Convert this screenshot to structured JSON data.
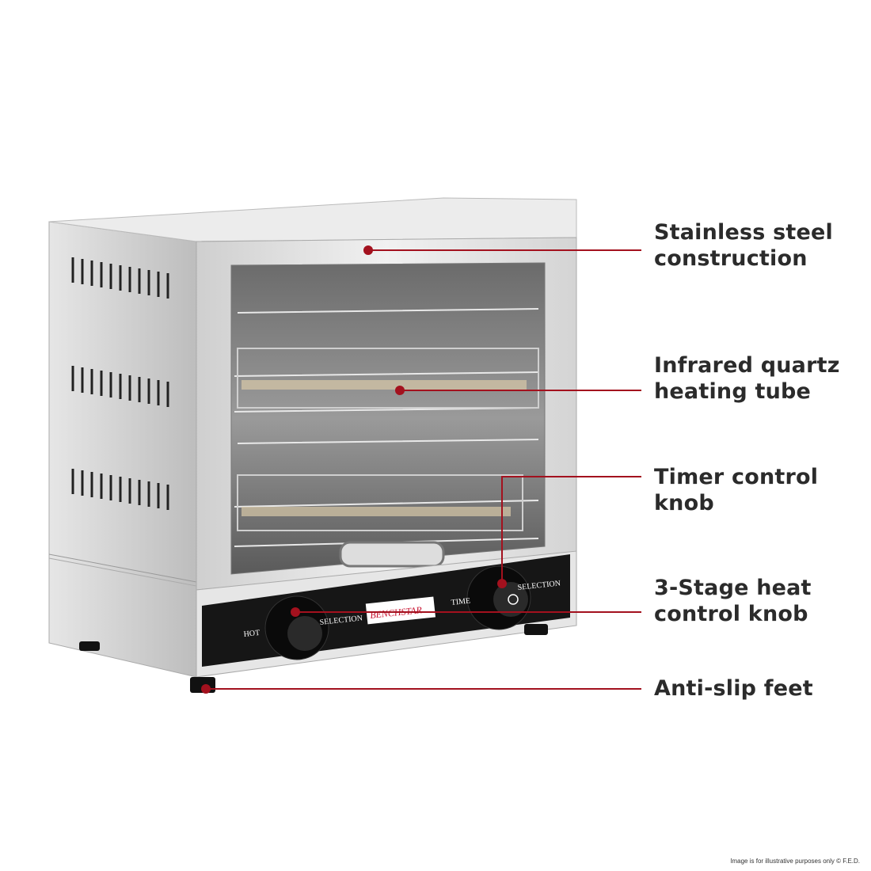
{
  "product": {
    "brand_logo_text": "BENCHSTAR",
    "panel_labels": {
      "hot": "HOT",
      "selection_left": "SELECTION",
      "time": "TIME",
      "selection_right": "SELECTION"
    }
  },
  "callouts": [
    {
      "line1": "Stainless steel",
      "line2": "construction"
    },
    {
      "line1": "Infrared quartz",
      "line2": "heating tube"
    },
    {
      "line1": "Timer control",
      "line2": "knob"
    },
    {
      "line1": "3-Stage heat",
      "line2": "control knob"
    },
    {
      "line1": "Anti-slip feet",
      "line2": ""
    }
  ],
  "disclaimer": "Image is for illustrative purposes only  © F.E.D.",
  "colors": {
    "accent": "#a3111e",
    "steel": "#dcdcdc",
    "panel": "#1a1a1a",
    "text": "#2b2b2b"
  }
}
